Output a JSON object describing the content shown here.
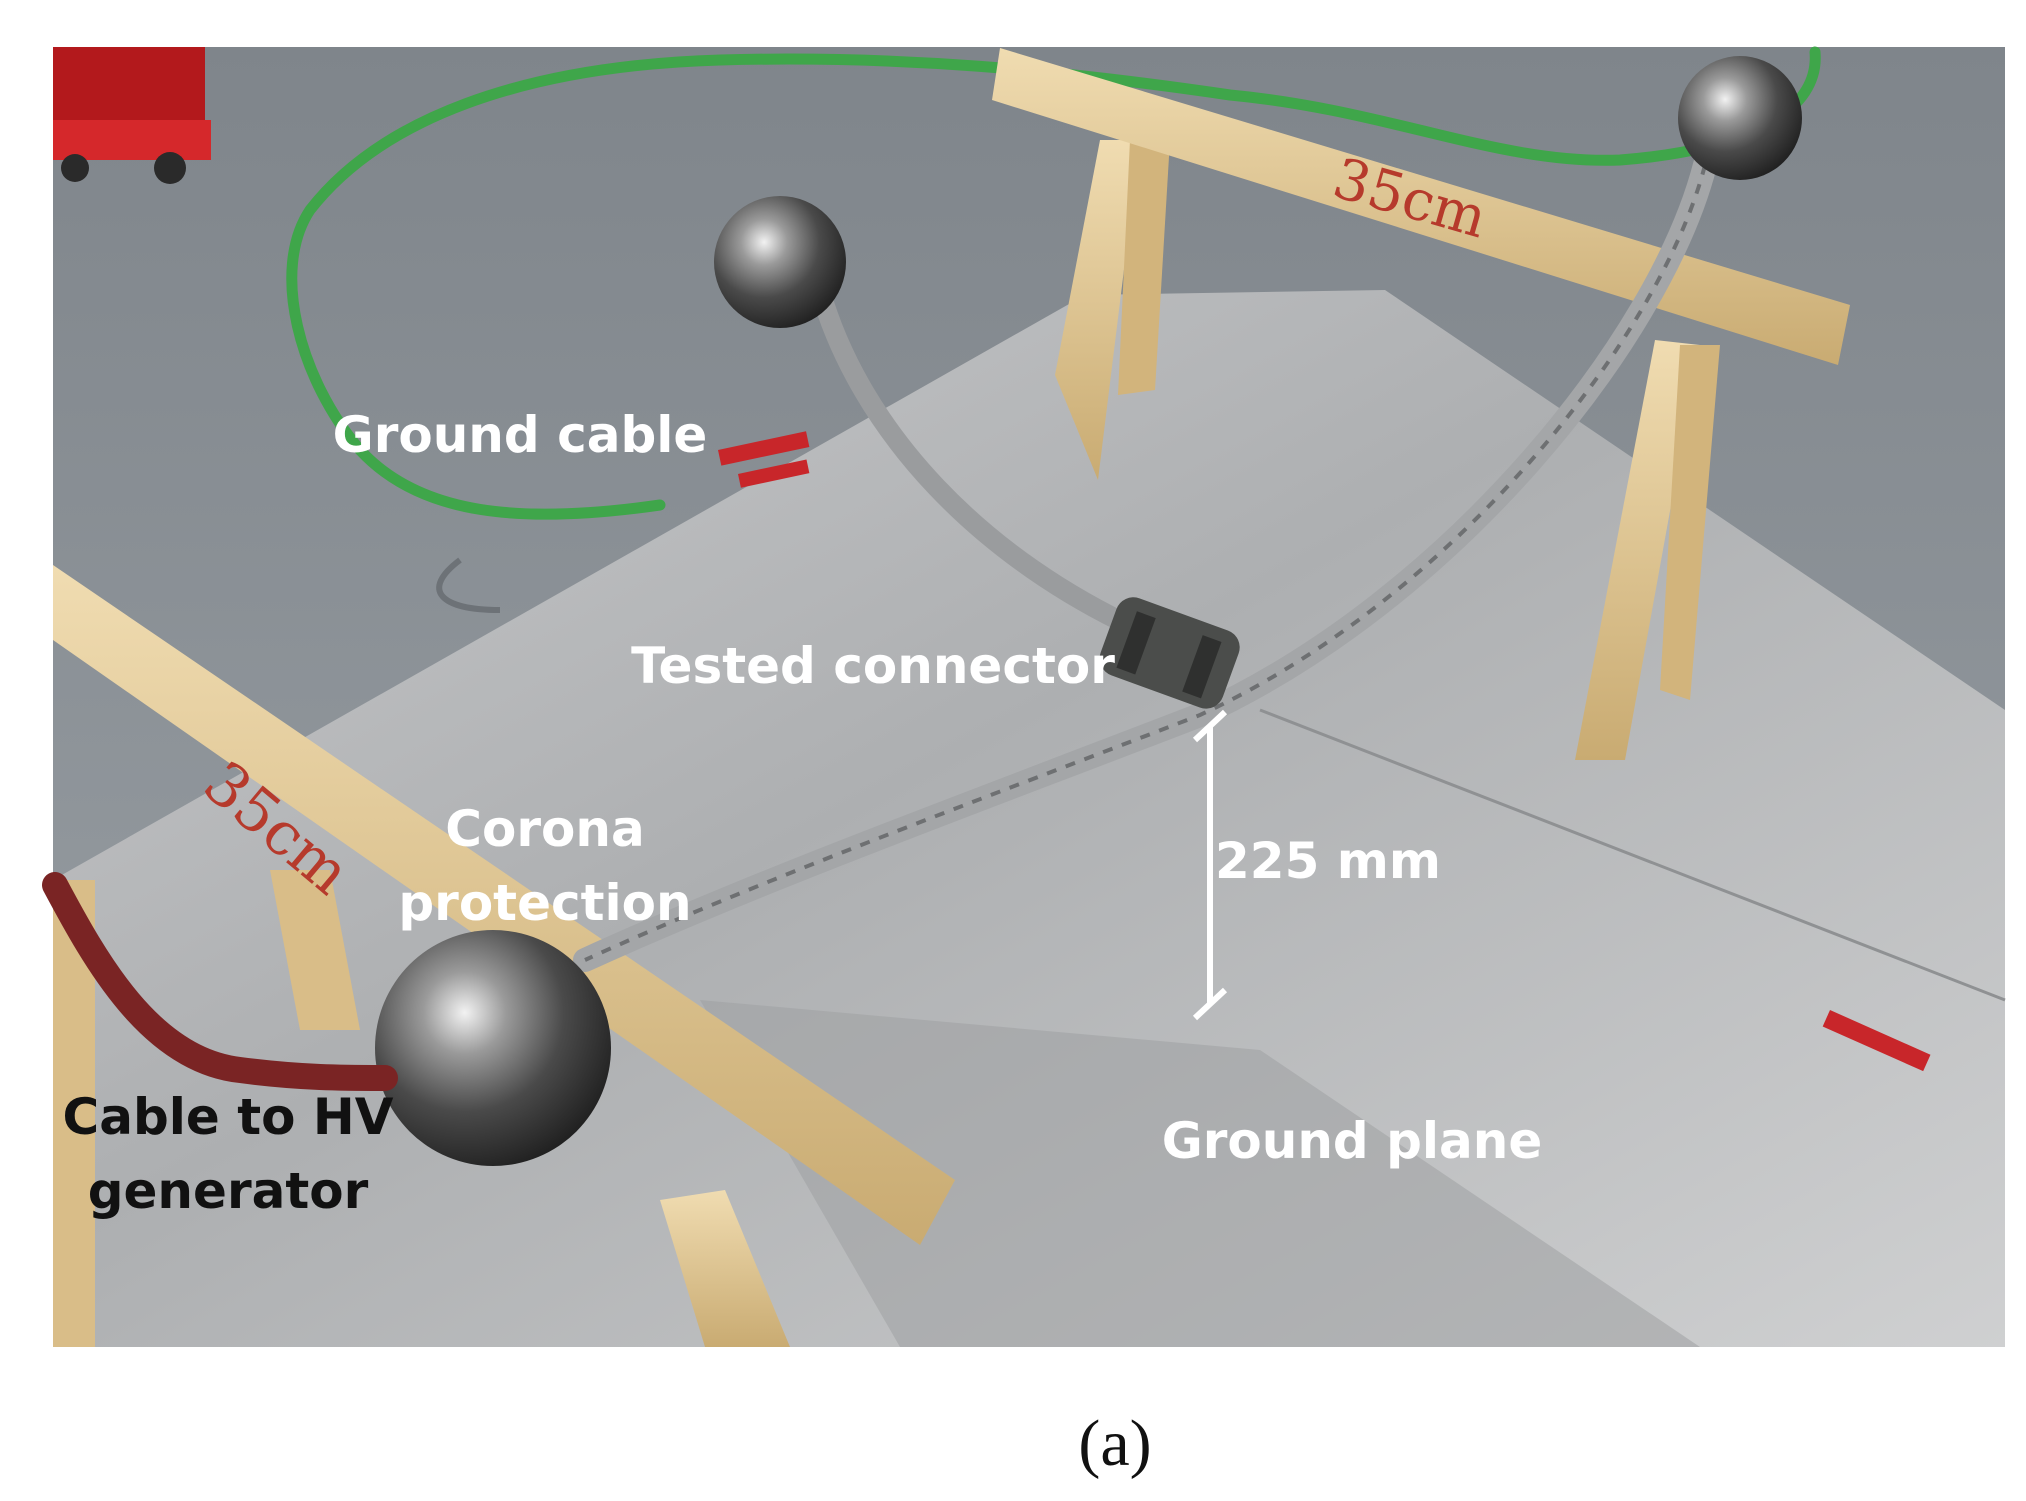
{
  "figure": {
    "caption": "(a)"
  },
  "photo": {
    "subject": "Corona test setup with wooden trestles, steel conductor, spherical electrodes and ground plane",
    "labels": {
      "ground_cable": "Ground cable",
      "tested_connector": "Tested connector",
      "corona_protection_line1": "Corona",
      "corona_protection_line2": "protection",
      "distance": "225 mm",
      "cable_to_hv_line1": "Cable to HV",
      "cable_to_hv_line2": "generator",
      "ground_plane": "Ground plane",
      "stand_marking": "35cm"
    },
    "colors": {
      "floor": "#8c9196",
      "plate": "#b9bbbd",
      "wood": "#e2cb9c",
      "ground_cable": "#3fa64a",
      "hv_cable": "#7a2424",
      "clip_red": "#c8262a",
      "annotation_white": "#ffffff"
    }
  }
}
